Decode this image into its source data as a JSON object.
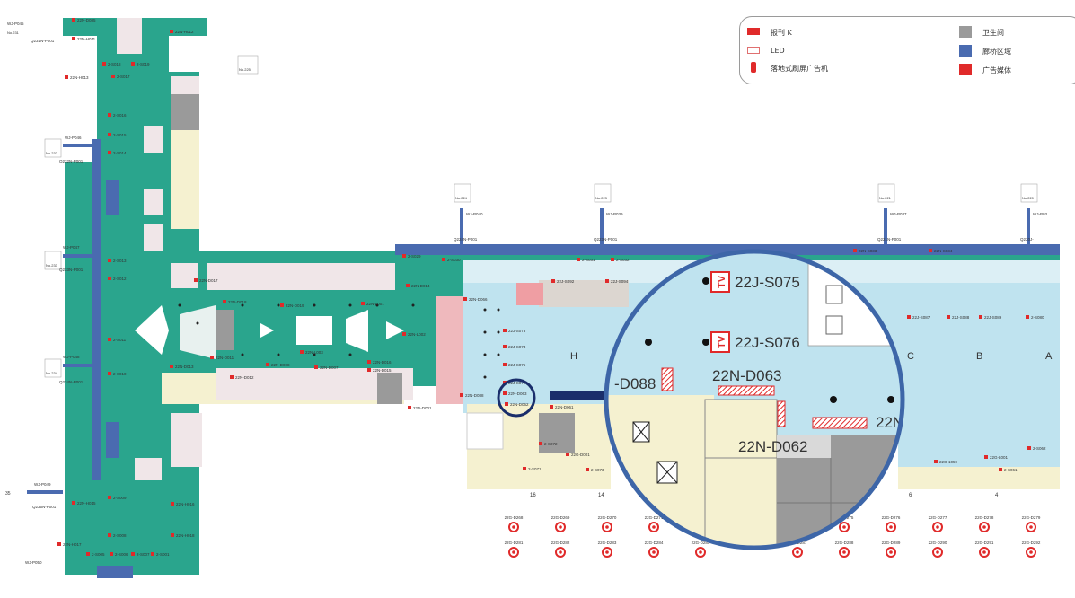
{
  "colors": {
    "corridor": "#2aa58d",
    "bridge": "#4a6bb0",
    "gate_area": "#bfe3ef",
    "restroom": "#9a9a9a",
    "media": "#e02a2a",
    "pink_zone": "#efb9bd",
    "beige_zone": "#f5f1d0",
    "lens_ring": "#3d66a8",
    "arrow": "#1a2e6b"
  },
  "legend": {
    "items": [
      {
        "label": "报刊 K",
        "icon": "newsstand-icon"
      },
      {
        "label": "LED",
        "icon": "led-icon"
      },
      {
        "label": "落地式刷屏广告机",
        "icon": "floor-ad-machine-icon"
      },
      {
        "label": "卫生间",
        "icon": "restroom-swatch"
      },
      {
        "label": "廊桥区域",
        "icon": "bridge-area-swatch"
      },
      {
        "label": "广告媒体",
        "icon": "ad-media-swatch"
      }
    ]
  },
  "stands_left": [
    {
      "stand": "No.231",
      "bridge": "WJ-P045",
      "code": "Q231N-P001"
    },
    {
      "stand": "No.232",
      "bridge": "WJ-P046",
      "code": "Q232N-P001"
    },
    {
      "stand": "No.233",
      "bridge": "WJ-P047",
      "code": "Q233N-P001"
    },
    {
      "stand": "No.234",
      "bridge": "WJ-P048",
      "code": "Q234N-P001"
    },
    {
      "stand": "35",
      "bridge": "WJ-P049",
      "code": "Q235N-P001"
    },
    {
      "stand": "",
      "bridge": "WJ-P050",
      "code": ""
    }
  ],
  "stands_top": [
    {
      "stand": "No.224",
      "bridge": "WJ-P040",
      "code": "Q224N-P001"
    },
    {
      "stand": "No.223",
      "bridge": "WJ-P039",
      "code": "Q223N-P001"
    },
    {
      "stand": "No.221",
      "bridge": "WJ-P037",
      "code": "Q221N-P001"
    },
    {
      "stand": "No.220",
      "bridge": "WJ-P03",
      "code": "Q220J-"
    }
  ],
  "stand_225": "No.225",
  "labels_small": [
    "22N-D085",
    "22N-H012",
    "22N-H011",
    "2-S018",
    "2-S019",
    "22N-H013",
    "2-S017",
    "2-S016",
    "2-S015",
    "2-S014",
    "2-S013",
    "2-S012",
    "2-S011",
    "2-S010",
    "22N-D017",
    "22N-D018",
    "22N-D019",
    "22N-D014",
    "22N-D013",
    "22N-D012",
    "22N-D011",
    "22N-D008",
    "22N-D007",
    "22N-D016",
    "22N-D015",
    "22N-D001",
    "22N-L001",
    "22N-L002",
    "22N-L003",
    "22N-D066",
    "22J-S073",
    "22J-S074",
    "22J-S075",
    "22J-S076",
    "22N-D088",
    "22N-D063",
    "22N-D062",
    "22N-D061",
    "2-S029",
    "2-S030",
    "2-S031",
    "2-S032",
    "22J-S092",
    "22J-S094",
    "22J-S087",
    "22J-S088",
    "22J-S089",
    "2-S080",
    "22G-D001",
    "2-S072",
    "2-S073",
    "2-S071",
    "22G-L001",
    "22G-1059",
    "2-S061",
    "22N-H015",
    "22N-H016",
    "22N-H017",
    "22N-H018",
    "2-S009",
    "2-S008",
    "2-S005",
    "2-S006",
    "2-S007",
    "2-S001",
    "22N-S033",
    "22N-S034",
    "2-S062"
  ],
  "gates": [
    "H",
    "C",
    "B",
    "A"
  ],
  "floor_numbers": [
    "16",
    "14",
    "6",
    "4"
  ],
  "bottom_row1": [
    "22G-D268",
    "22G-D269",
    "22G-D270",
    "22G-D271",
    "22G-D275",
    "22G-D276",
    "22G-D277",
    "22G-D278",
    "22G-D279"
  ],
  "bottom_row2": [
    "22G-D281",
    "22G-D282",
    "22G-D283",
    "22G-D284",
    "22G-D285",
    "22G-D287",
    "22G-D288",
    "22G-D289",
    "22G-D290",
    "22G-D291",
    "22G-D292"
  ],
  "zoom": {
    "s075": "22J-S075",
    "s076": "22J-S076",
    "d088": "-D088",
    "d063": "22N-D063",
    "d062": "22N-D062",
    "cut": "22N",
    "tv": "TV"
  }
}
